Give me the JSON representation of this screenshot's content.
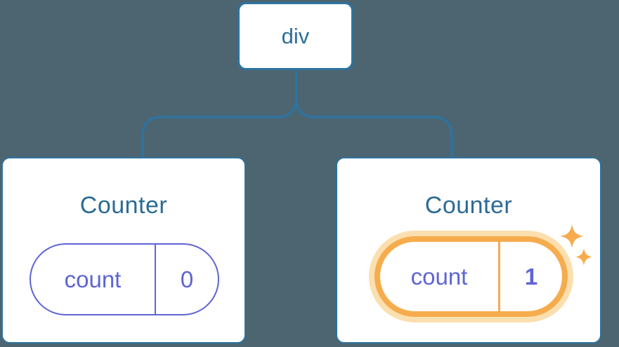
{
  "tree": {
    "root": {
      "label": "div"
    },
    "children": [
      {
        "title": "Counter",
        "state": {
          "label": "count",
          "value": "0"
        },
        "highlighted": false
      },
      {
        "title": "Counter",
        "state": {
          "label": "count",
          "value": "1"
        },
        "highlighted": true
      }
    ]
  },
  "icons": {
    "sparkles": "state-updated-sparkles"
  },
  "colors": {
    "background": "#4C6571",
    "node_stroke": "#2E739F",
    "node_text": "#2B6B94",
    "connector_line": "#2E739F",
    "state_accent": "#5E65D4",
    "highlight": "#F6AC4D",
    "highlight_glow": "#FBDFAF",
    "card_fill": "#FFFFFF"
  }
}
